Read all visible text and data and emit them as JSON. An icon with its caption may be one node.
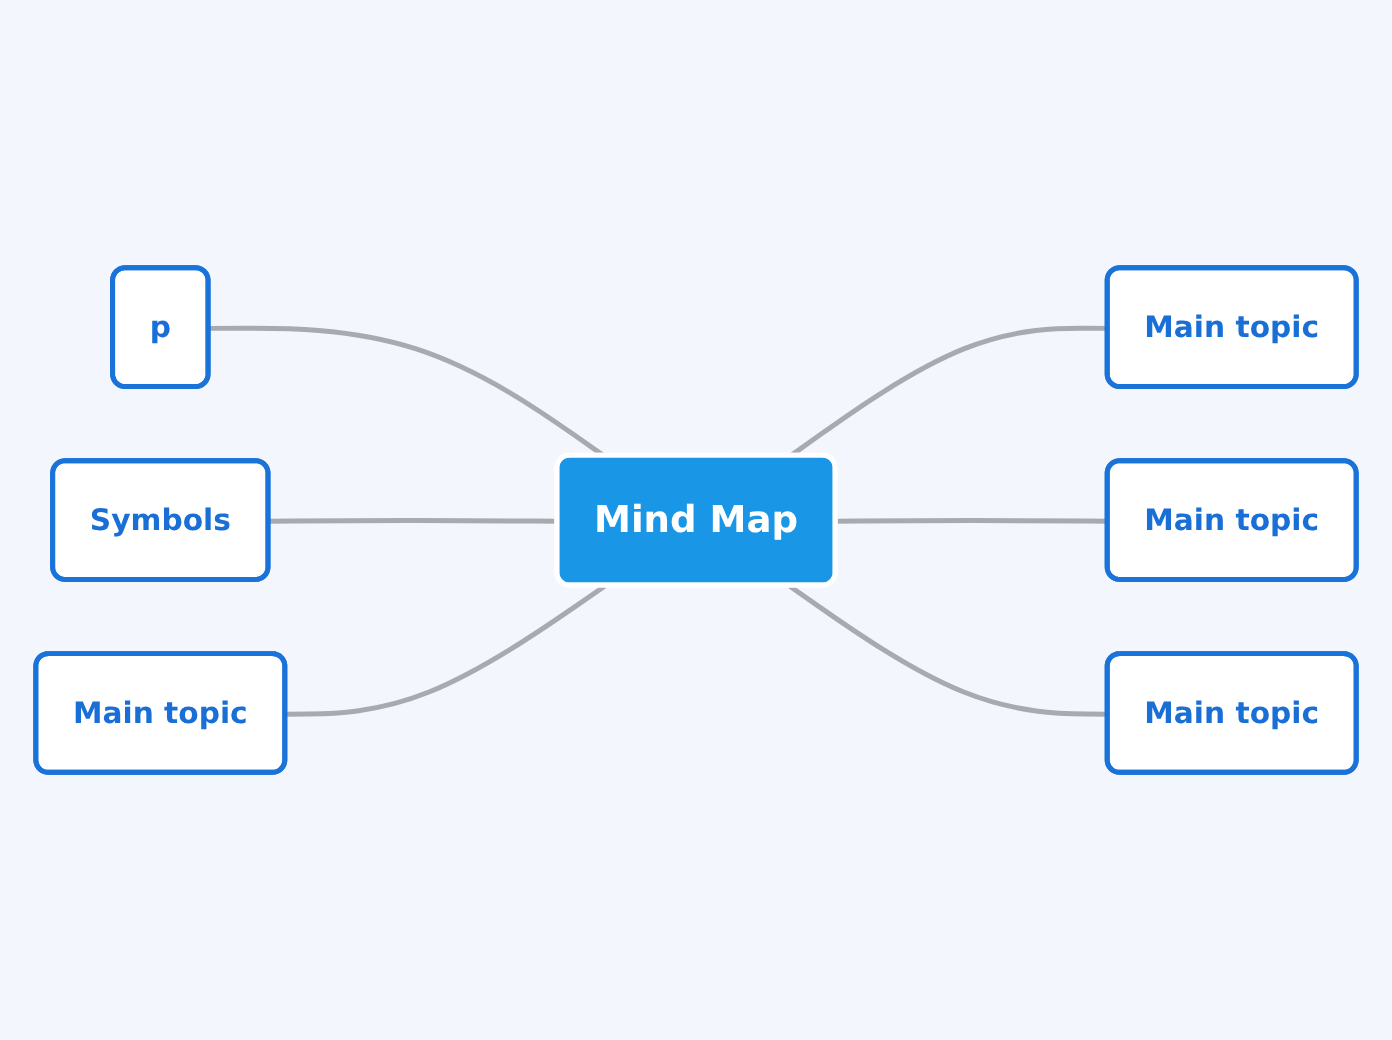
{
  "diagram": {
    "nodes": [
      {
        "text": [
          "Mind Map"
        ]
      },
      {
        "text": [
          "p"
        ]
      },
      {
        "text": [
          "Main topic"
        ]
      },
      {
        "text": [
          "Symbols"
        ]
      },
      {
        "text": [
          "Main topic"
        ]
      },
      {
        "text": [
          "Main topic"
        ]
      },
      {
        "text": [
          "Main topic"
        ]
      }
    ],
    "edges": [
      {
        "from": 1,
        "to": 0,
        "arrow": "none"
      },
      {
        "from": 0,
        "to": 2,
        "arrow": "none"
      },
      {
        "from": 3,
        "to": 0,
        "arrow": "none"
      },
      {
        "from": 0,
        "to": 4,
        "arrow": "none"
      },
      {
        "from": 5,
        "to": 0,
        "arrow": "none"
      },
      {
        "from": 0,
        "to": 6,
        "arrow": "none"
      }
    ]
  }
}
